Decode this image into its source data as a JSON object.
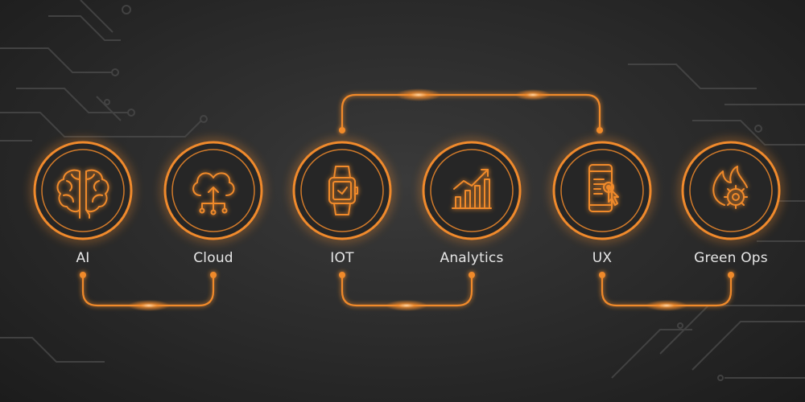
{
  "accent_color": "#f08a2c",
  "nodes": [
    {
      "label": "AI",
      "icon": "brain-icon"
    },
    {
      "label": "Cloud",
      "icon": "cloud-upload-icon"
    },
    {
      "label": "IOT",
      "icon": "smartwatch-icon"
    },
    {
      "label": "Analytics",
      "icon": "growth-chart-icon"
    },
    {
      "label": "UX",
      "icon": "mobile-click-icon"
    },
    {
      "label": "Green Ops",
      "icon": "flame-gear-icon"
    }
  ]
}
